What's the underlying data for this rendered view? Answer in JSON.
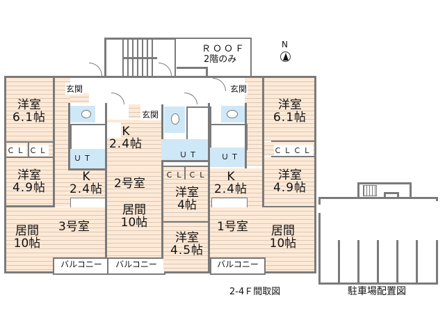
{
  "plan": {
    "caption": "2-4Ｆ間取図",
    "roof_label": "ＲＯＯＦ",
    "roof_note": "2階のみ",
    "north_label": "N",
    "colors": {
      "floor": "#fde9d6",
      "wet_area": "#cfe8f7",
      "wall": "#7a7a7a",
      "background": "#ffffff"
    }
  },
  "units": [
    {
      "name": "3号室",
      "rooms": [
        {
          "type": "洋室",
          "size": "6.1帖"
        },
        {
          "type": "洋室",
          "size": "4.9帖"
        },
        {
          "type": "K",
          "size": "2.4帖"
        },
        {
          "type": "居間",
          "size": "10帖"
        }
      ],
      "closets": [
        "ＣＬ",
        "ＣＬ"
      ],
      "entrance": "玄関",
      "utility": "ＵＴ",
      "balcony": "バルコニー"
    },
    {
      "name": "2号室",
      "rooms": [
        {
          "type": "K",
          "size": "2.4帖"
        },
        {
          "type": "居間",
          "size": "10帖"
        }
      ],
      "entrance": "玄関",
      "utility": "ＵＴ",
      "balcony": "バルコニー"
    },
    {
      "name": "1号室",
      "rooms": [
        {
          "type": "洋室",
          "size": "6.1帖"
        },
        {
          "type": "洋室",
          "size": "4.9帖"
        },
        {
          "type": "洋室",
          "size": "4帖"
        },
        {
          "type": "洋室",
          "size": "4.5帖"
        },
        {
          "type": "K",
          "size": "2.4帖"
        },
        {
          "type": "居間",
          "size": "10帖"
        }
      ],
      "closets": [
        "ＣＬ",
        "ＣＬ",
        "ＣＬ",
        "ＣＬ"
      ],
      "entrance": "玄関",
      "utility": "ＵＴ",
      "balcony": "バルコニー"
    }
  ],
  "parking": {
    "caption": "駐車場配置図",
    "spaces": 6
  }
}
